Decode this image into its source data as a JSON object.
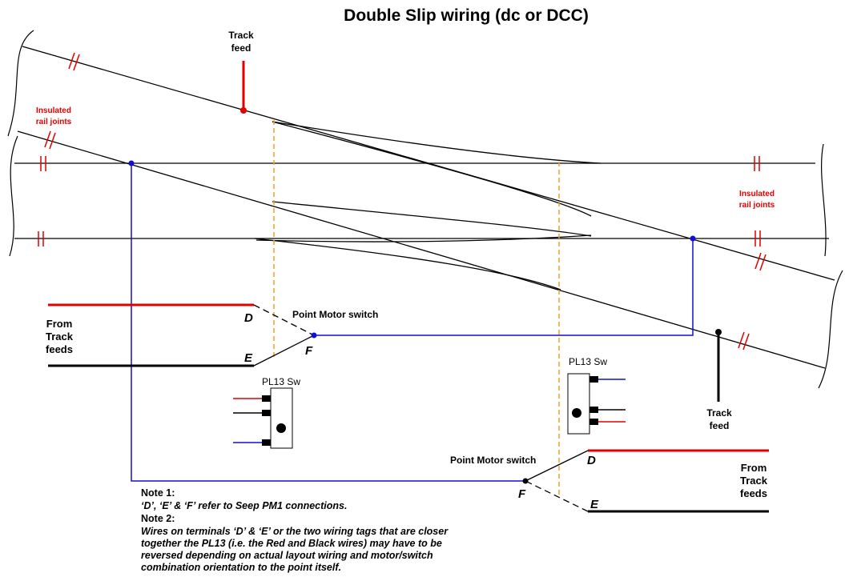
{
  "title": "Double Slip wiring (dc or DCC)",
  "labels": {
    "track_feed_top": [
      "Track",
      "feed"
    ],
    "track_feed_bottom": [
      "Track",
      "feed"
    ],
    "insulated_left": [
      "Insulated",
      "rail joints"
    ],
    "insulated_right": [
      "Insulated",
      "rail joints"
    ],
    "from_track_feeds_left": [
      "From",
      "Track",
      "feeds"
    ],
    "from_track_feeds_right": [
      "From",
      "Track",
      "feeds"
    ],
    "point_motor_switch_left": "Point Motor switch",
    "point_motor_switch_right": "Point Motor switch",
    "pl13_left": "PL13 Sw",
    "pl13_right": "PL13 Sw",
    "terminal_d": "D",
    "terminal_e": "E",
    "terminal_f": "F"
  },
  "notes": {
    "note1_heading": "Note 1:",
    "note1_text": "‘D’, ‘E’ & ‘F’ refer to Seep PM1 connections.",
    "note2_heading": "Note 2:",
    "note2_lines": [
      "Wires on terminals ‘D’ & ‘E’ or the two wiring tags that are closer",
      "together the PL13  (i.e. the Red and Black wires) may have to be",
      "reversed depending on actual layout wiring and motor/switch",
      "combination orientation to the point itself."
    ]
  },
  "colors": {
    "rail": "#000000",
    "red_wire": "#e00000",
    "blue_wire": "#1010d0",
    "orange_dash": "#f0a020",
    "label_red": "#e00000"
  }
}
